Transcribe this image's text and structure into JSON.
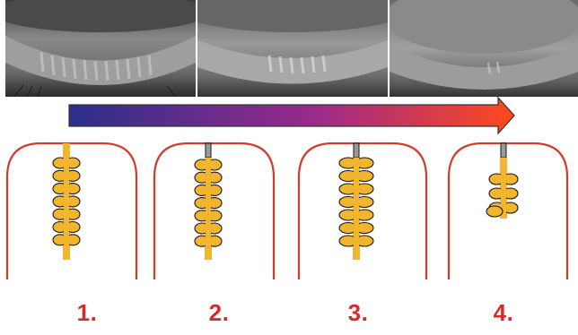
{
  "photos": [
    {
      "description": "eyelid-meibography-1"
    },
    {
      "description": "eyelid-meibography-2"
    },
    {
      "description": "eyelid-meibography-3"
    }
  ],
  "arrow": {
    "gradient_start": "#2b2f8a",
    "gradient_mid": "#9a2a8c",
    "gradient_end": "#ff4a1c",
    "outline": "#333333"
  },
  "colors": {
    "lid_margin": "#d33b2f",
    "gland": "#f2b62e",
    "gland_outline": "#1a1a1a",
    "duct": "#9a9a9a",
    "label": "#d62b2b"
  },
  "stages": [
    {
      "label": "1."
    },
    {
      "label": "2."
    },
    {
      "label": "3."
    },
    {
      "label": "4."
    }
  ]
}
